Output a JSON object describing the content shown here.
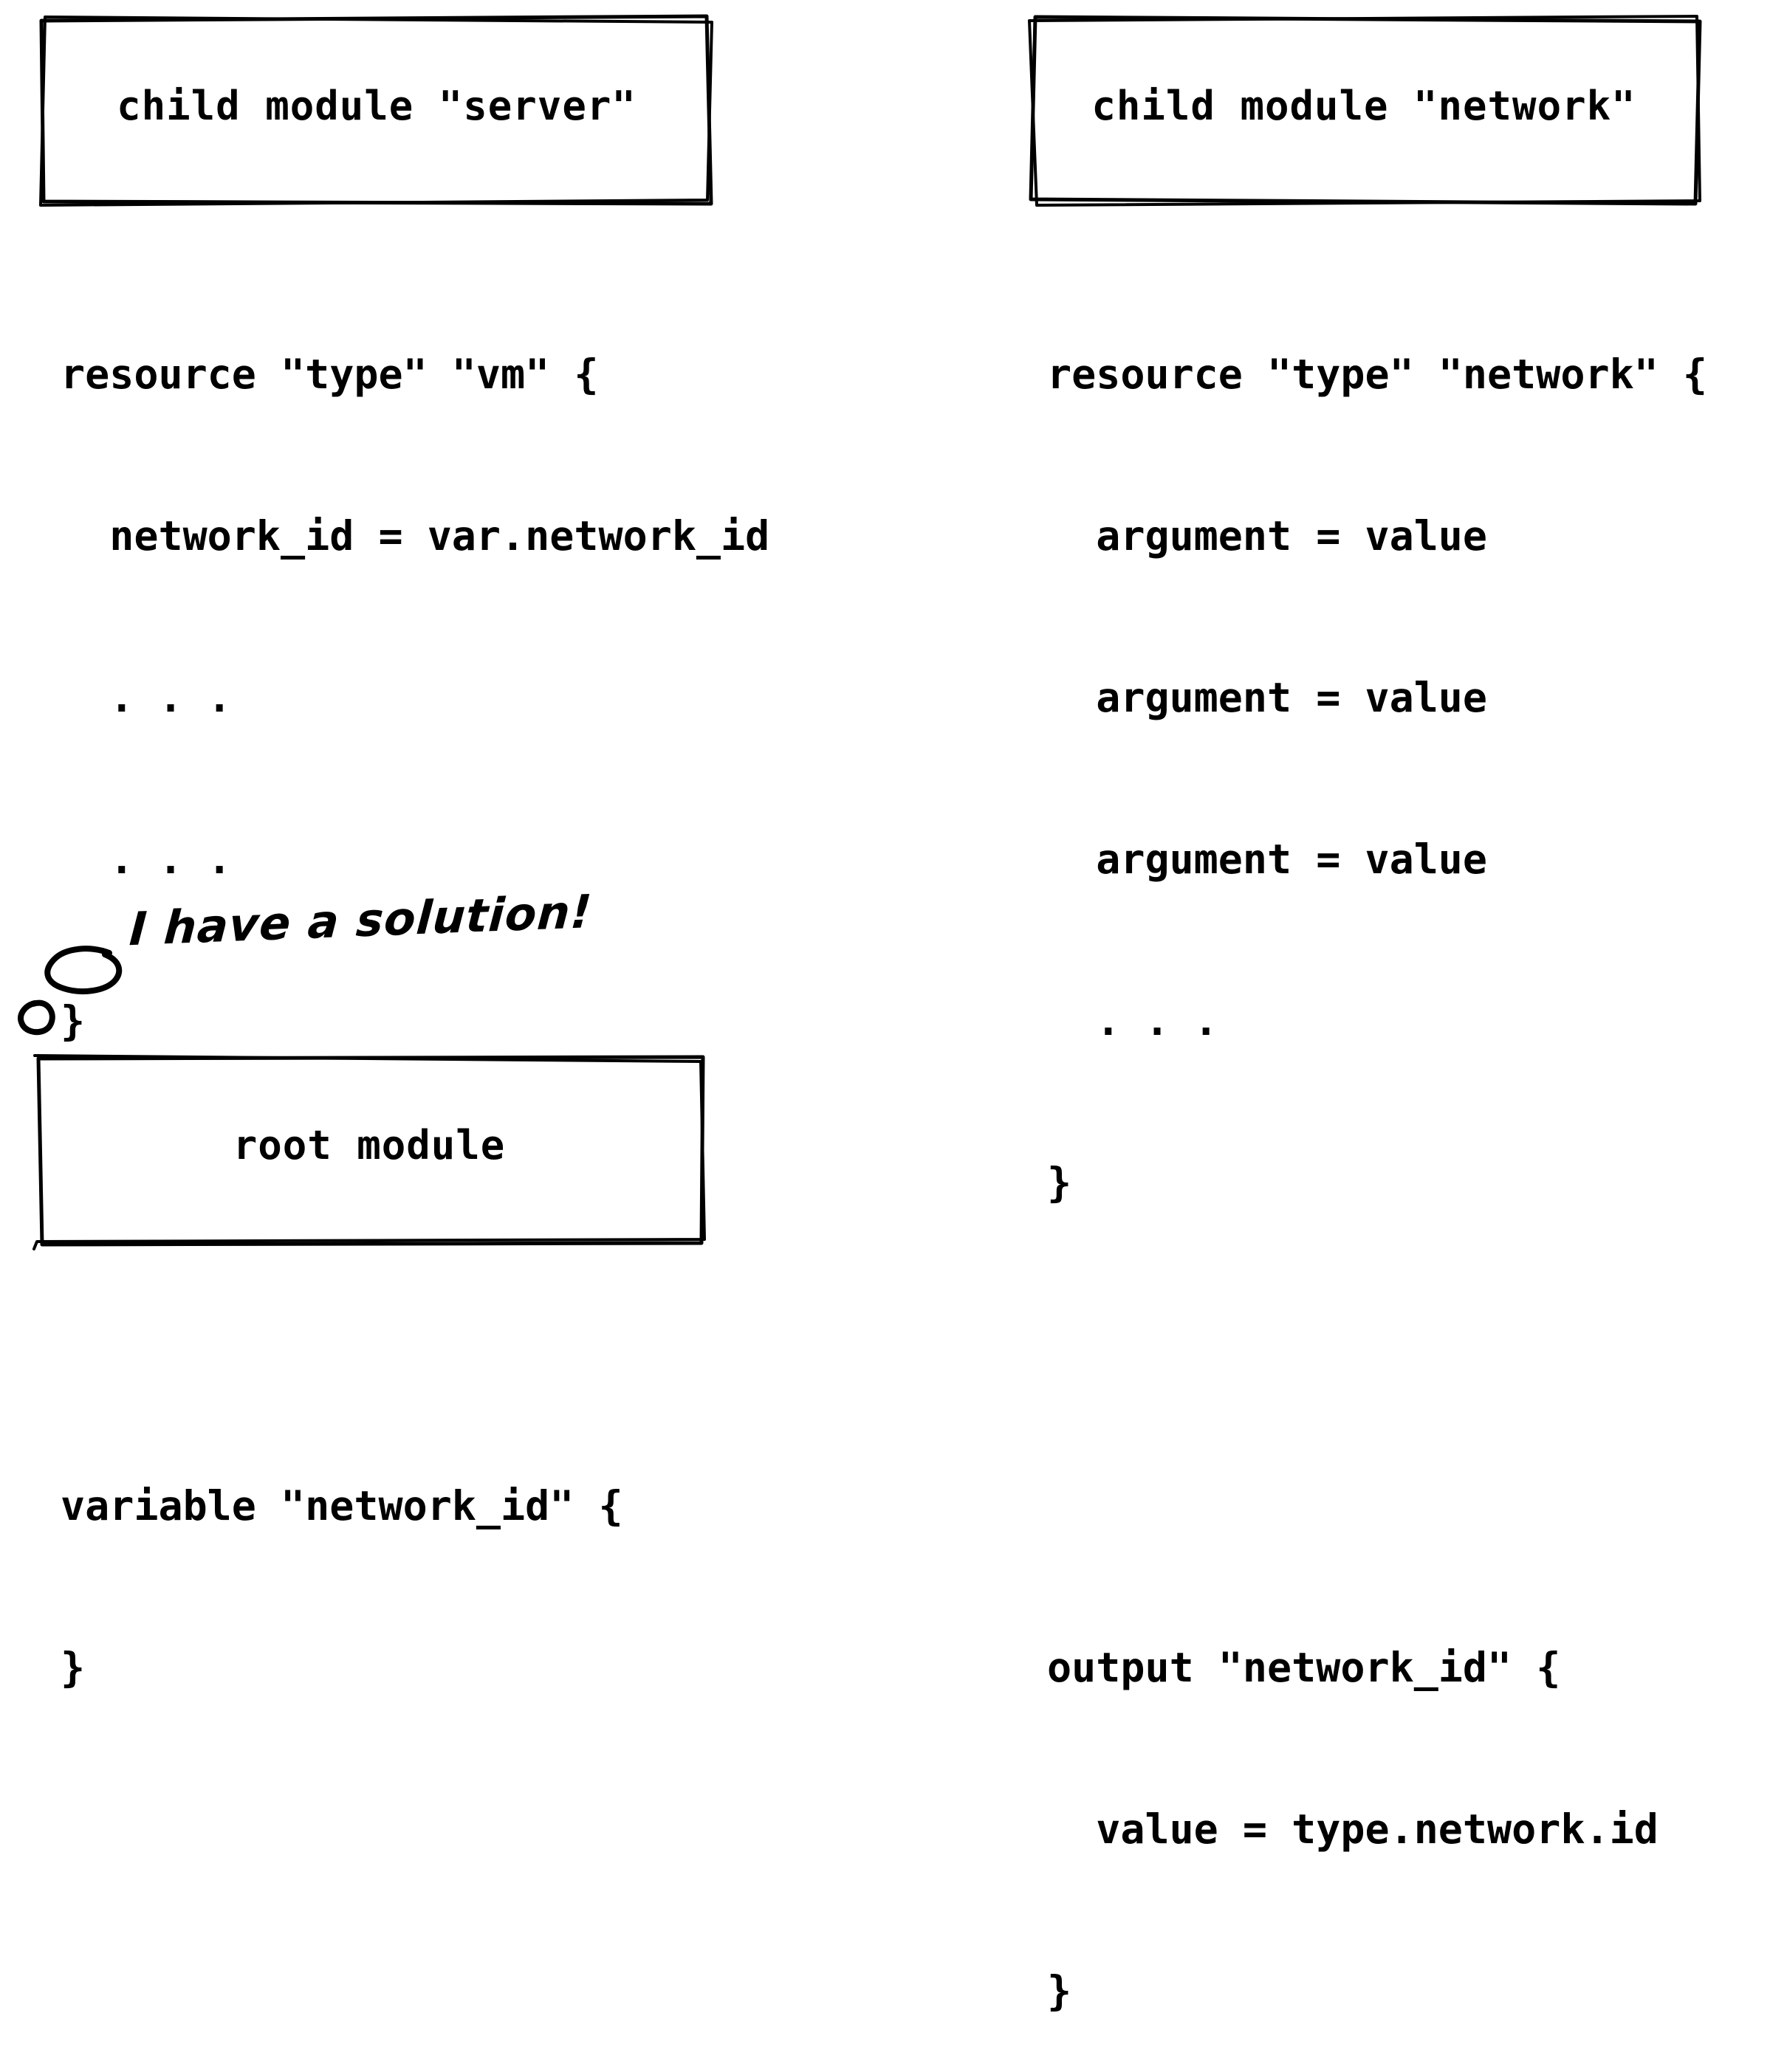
{
  "slide": {
    "background_color": "#ffffff",
    "stroke_color": "#000000"
  },
  "server_module": {
    "title": "child module \"server\"",
    "code_lines": [
      "resource \"type\" \"vm\" {",
      "  network_id = var.network_id",
      "  . . .",
      "  . . .",
      "}",
      "",
      "",
      "variable \"network_id\" {",
      "}"
    ]
  },
  "network_module": {
    "title": "child module \"network\"",
    "code_lines": [
      "resource \"type\" \"network\" {",
      "  argument = value",
      "  argument = value",
      "  argument = value",
      "  . . .",
      "}",
      "",
      "",
      "output \"network_id\" {",
      "  value = type.network.id",
      "}"
    ]
  },
  "root_module": {
    "title": "root module"
  },
  "annotation": {
    "text": "I have a solution!",
    "bubbles": [
      {
        "name": "thought-bubble-large"
      },
      {
        "name": "thought-bubble-small"
      }
    ]
  }
}
